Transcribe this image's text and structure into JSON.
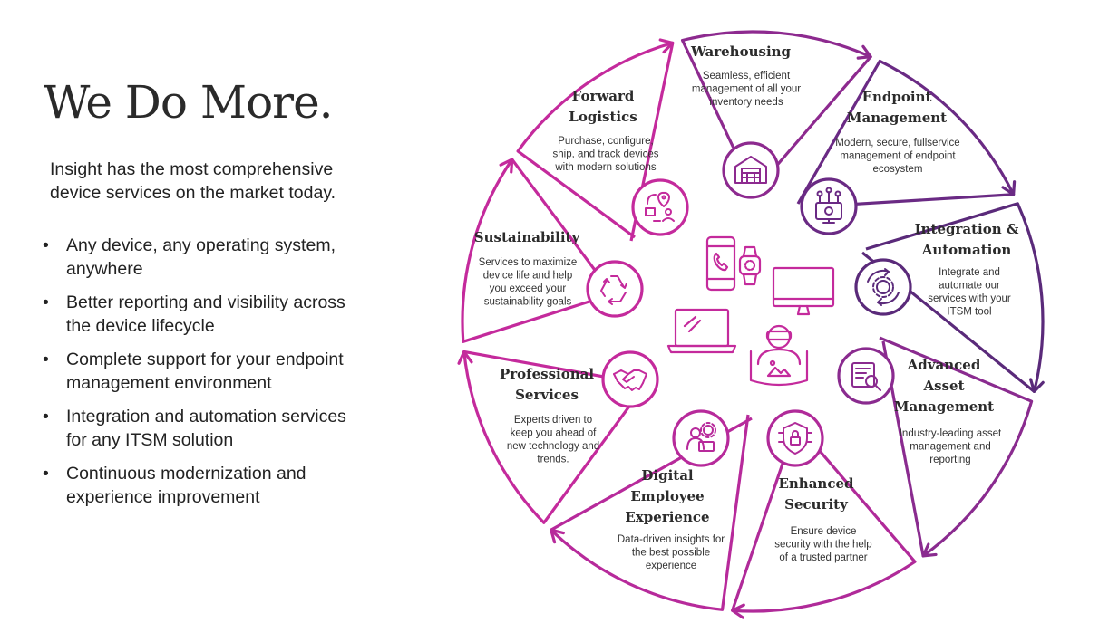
{
  "heading": "We Do More.",
  "intro_lines": [
    "Insight has the most comprehensive",
    "device services on the market today."
  ],
  "bullets": [
    {
      "lines": [
        "Any device, any operating system,",
        "anywhere"
      ]
    },
    {
      "lines": [
        "Better reporting and visibility across",
        "the device lifecycle"
      ]
    },
    {
      "lines": [
        "Complete support for your endpoint",
        "management environment"
      ]
    },
    {
      "lines": [
        "Integration and automation services",
        "for any ITSM solution"
      ]
    },
    {
      "lines": [
        "Continuous modernization and",
        "experience improvement"
      ]
    }
  ],
  "bullet_glyph": "•",
  "colors": {
    "magenta": "#c42a9c",
    "violet": "#8a2b8f",
    "purple": "#5a2a7a",
    "text": "#2b2b2b"
  },
  "segments": [
    {
      "id": "warehousing",
      "title": [
        "Warehousing"
      ],
      "desc": [
        "Seamless, efficient",
        "management of all your",
        "inventory needs"
      ],
      "icon": "warehouse-icon"
    },
    {
      "id": "endpoint-management",
      "title": [
        "Endpoint",
        "Management"
      ],
      "desc": [
        "Modern, secure, fullservice",
        "management of endpoint",
        "ecosystem"
      ],
      "icon": "monitor-network-icon"
    },
    {
      "id": "integration-automation",
      "title": [
        "Integration &",
        "Automation"
      ],
      "desc": [
        "Integrate and",
        "automate our",
        "services with your",
        "ITSM tool"
      ],
      "icon": "gear-cycle-icon"
    },
    {
      "id": "advanced-asset-management",
      "title": [
        "Advanced",
        "Asset",
        "Management"
      ],
      "desc": [
        "Industry-leading asset",
        "management and",
        "reporting"
      ],
      "icon": "document-search-icon"
    },
    {
      "id": "enhanced-security",
      "title": [
        "Enhanced",
        "Security"
      ],
      "desc": [
        "Ensure device",
        "security with the help",
        "of a trusted partner"
      ],
      "icon": "shield-lock-icon"
    },
    {
      "id": "digital-employee-experience",
      "title": [
        "Digital",
        "Employee",
        "Experience"
      ],
      "desc": [
        "Data-driven insights for",
        "the best possible",
        "experience"
      ],
      "icon": "employee-gear-icon"
    },
    {
      "id": "professional-services",
      "title": [
        "Professional",
        "Services"
      ],
      "desc": [
        "Experts driven to",
        "keep you ahead of",
        "new technology and",
        "trends."
      ],
      "icon": "handshake-icon"
    },
    {
      "id": "sustainability",
      "title": [
        "Sustainability"
      ],
      "desc": [
        "Services to maximize",
        "device life and help",
        "you exceed your",
        "sustainability goals"
      ],
      "icon": "recycle-icon"
    },
    {
      "id": "forward-logistics",
      "title": [
        "Forward",
        "Logistics"
      ],
      "desc": [
        "Purchase, configure,",
        "ship, and track devices",
        "with modern solutions"
      ],
      "icon": "logistics-icon"
    }
  ],
  "center_devices": [
    "smartphone-icon",
    "smartwatch-icon",
    "desktop-monitor-icon",
    "laptop-icon",
    "vr-headset-user-icon"
  ]
}
